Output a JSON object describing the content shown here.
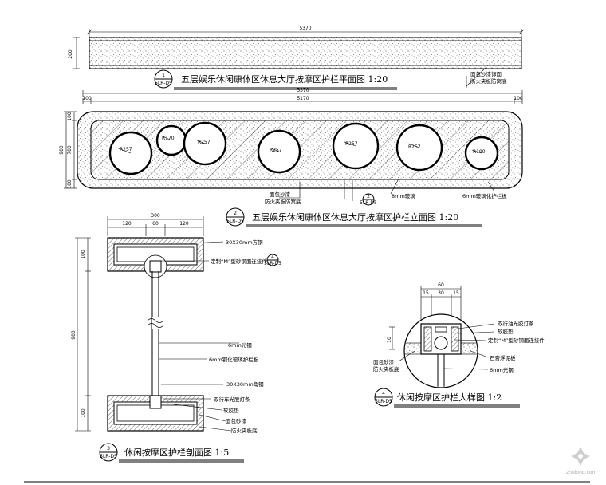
{
  "plan": {
    "overall_dim": "5370",
    "height_dim": "200",
    "title": "五层娱乐休闲康体区休息大厅按摩区护栏平面图 1:20",
    "tag_num": "1",
    "tag_ref": "5LR-D5",
    "note_line1": "面包沙漆饰面",
    "note_line2": "防火夹板防窝底"
  },
  "elevation": {
    "top_dim": "5370",
    "inner_dim": "5170",
    "left_end_dim": "100",
    "right_end_dim": "100",
    "height_dims": [
      "100",
      "700",
      "100"
    ],
    "total_height": "900",
    "radii": [
      "R257",
      "R170",
      "R257",
      "R257",
      "R257",
      "R257",
      "R190"
    ],
    "note_bottom_1a": "面包沙漆",
    "note_bottom_1b": "防火夹板防窝底",
    "note_glass": "8mm玻璃",
    "note_right": "6mm玻璃化护栏板",
    "tag_num": "2",
    "tag_ref": "5LR-D5",
    "title": "五层娱乐休闲康体区休息大厅按摩区护栏立面图 1:20"
  },
  "section": {
    "top_dims": [
      "120",
      "60",
      "120"
    ],
    "overall_width": "300",
    "left_dims": [
      "100",
      "900",
      "100"
    ],
    "labels": [
      "30X30mm方钢",
      "定制“M”型砂钢面连接件",
      "6mm光钢",
      "6mm钢化玻璃护栏板",
      "30X30mm角钢",
      "双行车光股灯条",
      "软胶垫",
      "面包砂漆",
      "防火夹板底"
    ],
    "callout_num": "4",
    "callout_ref": "5LR-D5",
    "tag_num": "3",
    "tag_ref": "5LR-D5",
    "title": "休闲按摩区护栏剖面图 1:5"
  },
  "detail": {
    "top_dims": [
      "60",
      "15",
      "30",
      "15"
    ],
    "left_dim": "10",
    "labels_right": [
      "双行油光胶灯条",
      "软胶垫",
      "定制“M”型砂钢面连接件",
      "石膏浮泥板",
      "6mm光钢"
    ],
    "labels_left": [
      "面包砂漆",
      "防火夹板底"
    ],
    "tag_num": "4",
    "tag_ref": "5LR-D5",
    "title": "休闲按摩区护栏大样图 1:2"
  },
  "watermark": {
    "text": "zhulong.com"
  }
}
